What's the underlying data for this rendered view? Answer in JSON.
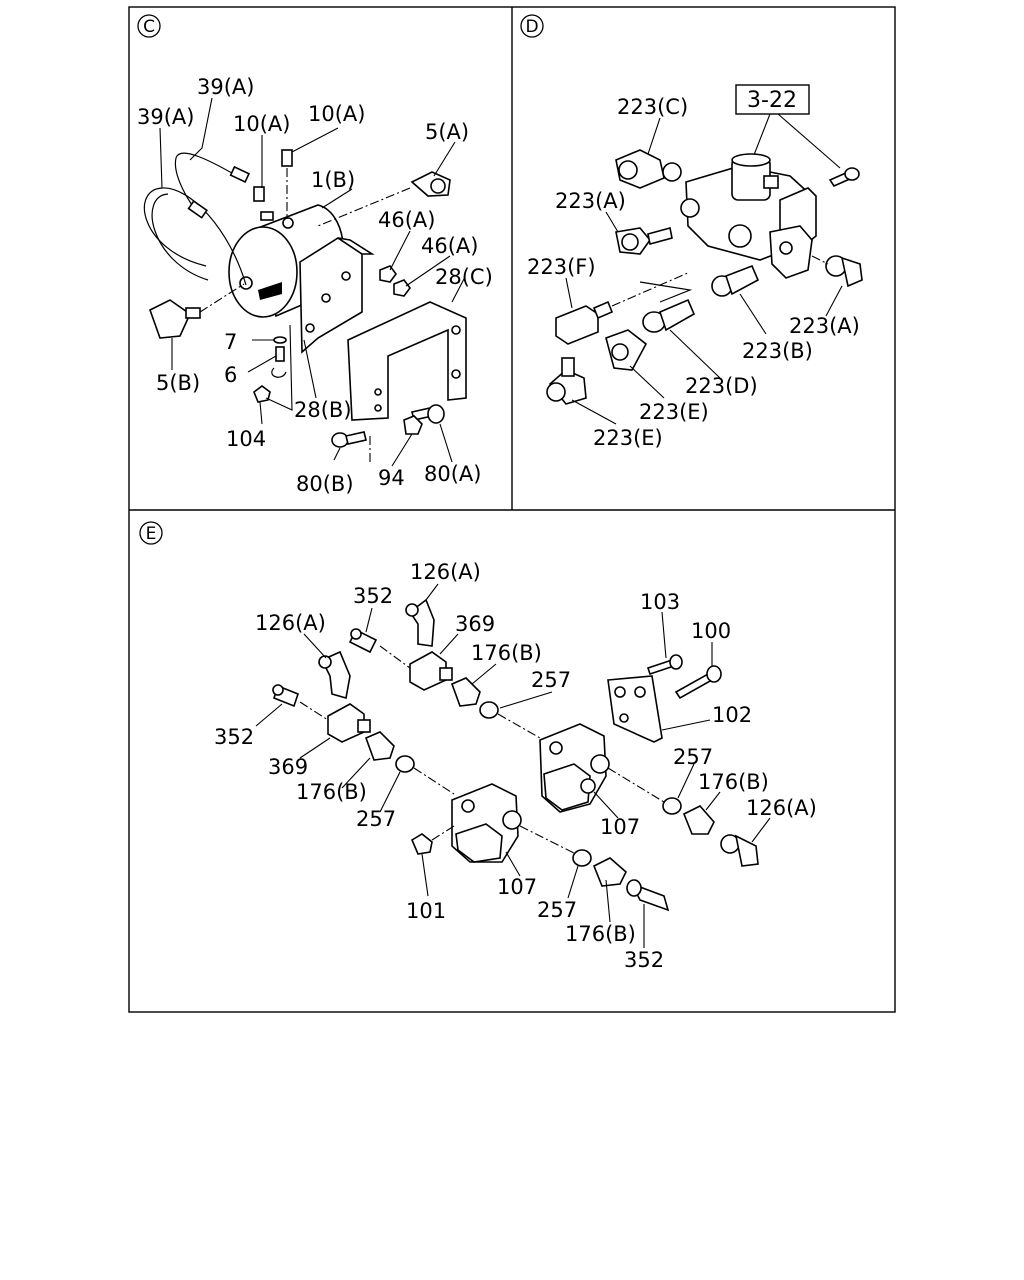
{
  "panels": {
    "c": {
      "badge": "C",
      "labels": [
        "39(A)",
        "39(A)",
        "10(A)",
        "10(A)",
        "1(B)",
        "5(A)",
        "46(A)",
        "46(A)",
        "28(C)",
        "7",
        "6",
        "5(B)",
        "104",
        "28(B)",
        "80(B)",
        "94",
        "80(A)"
      ]
    },
    "d": {
      "badge": "D",
      "ref_box": "3-22",
      "labels": [
        "223(C)",
        "223(A)",
        "223(F)",
        "223(A)",
        "223(B)",
        "223(D)",
        "223(E)",
        "223(E)"
      ]
    },
    "e": {
      "badge": "E",
      "labels": [
        "126(A)",
        "352",
        "369",
        "126(A)",
        "176(B)",
        "257",
        "103",
        "100",
        "102",
        "352",
        "369",
        "176(B)",
        "257",
        "257",
        "176(B)",
        "126(A)",
        "107",
        "101",
        "107",
        "257",
        "176(B)",
        "352"
      ]
    }
  }
}
